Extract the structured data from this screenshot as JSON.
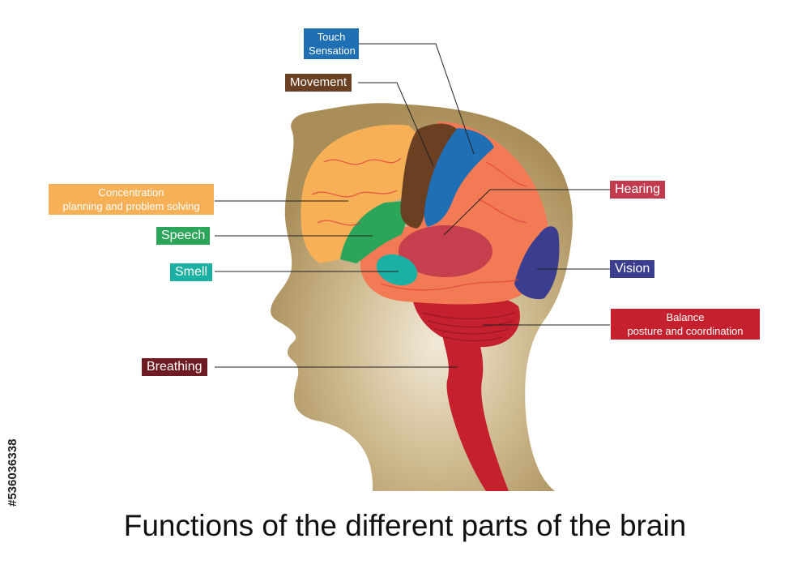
{
  "title": "Functions of the different parts of the brain",
  "stock_id": "#536036338",
  "labels": {
    "touch": {
      "line1": "Touch",
      "line2": "Sensation"
    },
    "movement": "Movement",
    "concentration": {
      "line1": "Concentration",
      "line2": "planning and problem solving"
    },
    "speech": "Speech",
    "smell": "Smell",
    "breathing": "Breathing",
    "hearing": "Hearing",
    "vision": "Vision",
    "balance": {
      "line1": "Balance",
      "line2": "posture and coordination"
    }
  },
  "colors": {
    "touch": "#1f6fb5",
    "movement": "#6b3f22",
    "concentration": "#f7b056",
    "speech": "#2aa55a",
    "smell": "#1ab0a4",
    "breathing": "#6e1c22",
    "hearing": "#c23a4e",
    "vision": "#3b3d8e",
    "balance": "#c4202e",
    "head": "#b49a68",
    "temporal": "#f27a55"
  }
}
